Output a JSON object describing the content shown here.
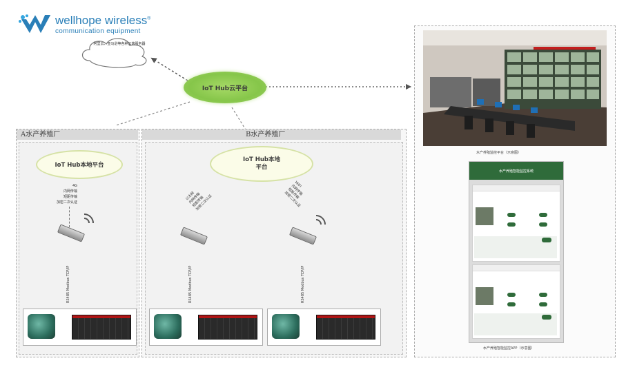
{
  "logo": {
    "name": "wellhope wireless",
    "tagline": "communication equipment",
    "mark": "®"
  },
  "cloud": {
    "label": "阿里云、亚马逊等各种云端服务器"
  },
  "iot_cloud_hub": {
    "label": "IoT Hub云平台"
  },
  "farm_a": {
    "title": "A水产养殖厂",
    "local_hub": "IoT Hub本地平台",
    "link_labels": [
      "4G",
      "内网传输",
      "短距传输",
      "加密二次认证"
    ],
    "device_link": "RS485 Modbus TCP/IP"
  },
  "farm_b": {
    "title": "B水产养殖厂",
    "local_hub_line1": "IoT Hub本地",
    "local_hub_line2": "平台",
    "left_link_labels": [
      "以太网",
      "内网传输",
      "短距传输",
      "加密二次认证"
    ],
    "right_link_labels": [
      "WIFI",
      "内网传输",
      "短距传输",
      "加密二次认证"
    ],
    "device_link": "RS485 Modbus TCP/IP"
  },
  "monitoring": {
    "photo_caption": "水产养殖监控平台（示意图）",
    "app_caption": "水产养殖智能监控APP（示意图）",
    "app_title": "水产养殖智能监控系统"
  },
  "colors": {
    "hub_green": "#8cc84b",
    "app_green": "#2f6b3a",
    "logo_blue": "#2a7fb8"
  }
}
